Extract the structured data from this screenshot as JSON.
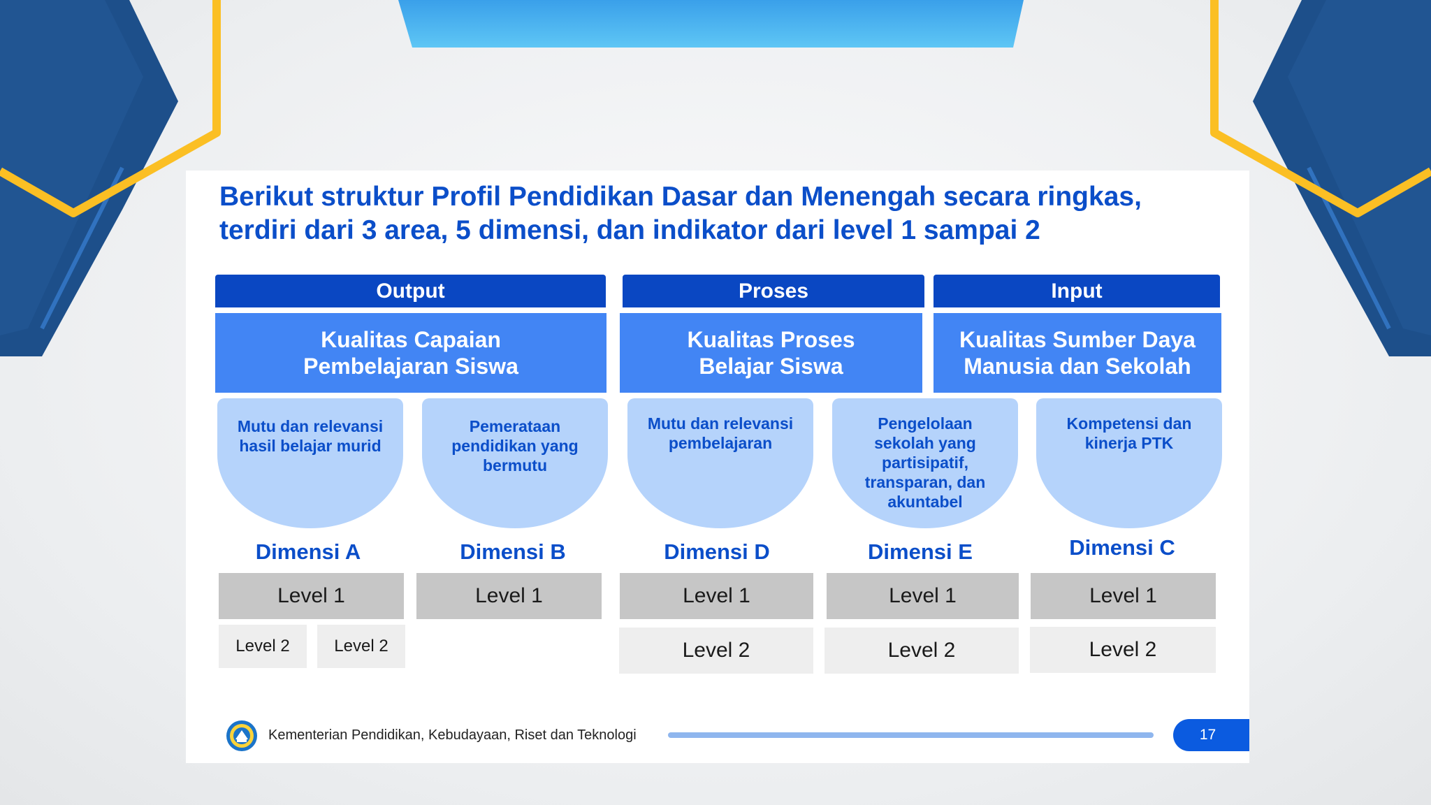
{
  "title": "Berikut struktur Profil Pendidikan Dasar dan Menengah secara ringkas, terdiri dari 3 area, 5 dimensi, dan indikator dari level 1 sampai 2",
  "areas": [
    {
      "header": "Output",
      "box": "Kualitas Capaian\nPembelajaran Siswa"
    },
    {
      "header": "Proses",
      "box": "Kualitas Proses\nBelajar Siswa"
    },
    {
      "header": "Input",
      "box": "Kualitas Sumber Daya\nManusia dan Sekolah"
    }
  ],
  "dimensions": [
    {
      "desc": "Mutu dan relevansi hasil belajar murid",
      "label": "Dimensi A",
      "level1": "Level 1",
      "level2a": "Level 2",
      "level2b": "Level 2"
    },
    {
      "desc": "Pemerataan pendidikan yang bermutu",
      "label": "Dimensi B",
      "level1": "Level 1"
    },
    {
      "desc": "Mutu dan relevansi pembelajaran",
      "label": "Dimensi D",
      "level1": "Level 1",
      "level2": "Level 2"
    },
    {
      "desc": "Pengelolaan sekolah yang partisipatif, transparan, dan akuntabel",
      "label": "Dimensi E",
      "level1": "Level 1",
      "level2": "Level 2"
    },
    {
      "desc": "Kompetensi dan kinerja PTK",
      "label": "Dimensi C",
      "level1": "Level 1",
      "level2": "Level 2"
    }
  ],
  "footer": {
    "org": "Kementerian Pendidikan, Kebudayaan, Riset dan Teknologi",
    "page": "17"
  },
  "colors": {
    "header_dark": "#0a47c2",
    "box_blue": "#4285f4",
    "bowl_light": "#b5d3fb",
    "text_blue": "#0b4ec9",
    "accent_yellow": "#fbbf24",
    "deco_navy": "#1d4f8a"
  }
}
